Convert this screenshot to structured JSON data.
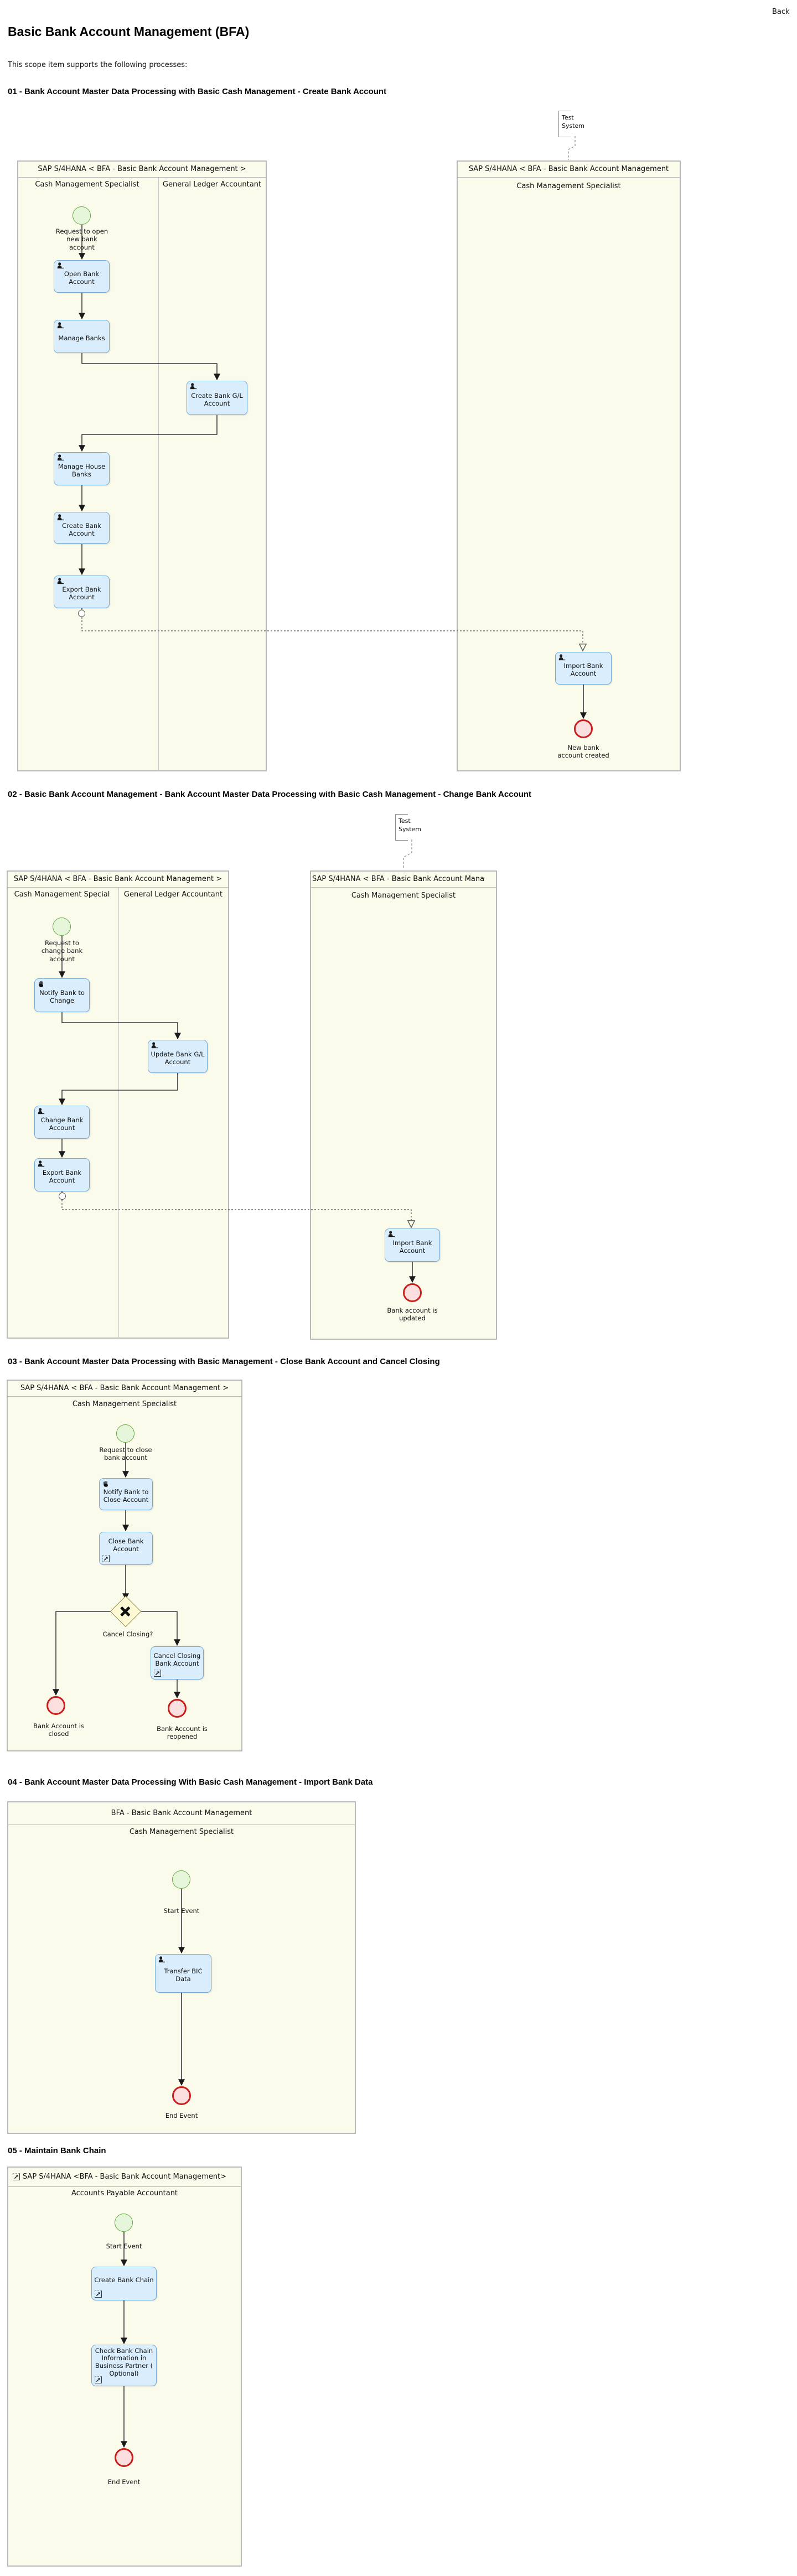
{
  "page": {
    "back": "Back",
    "title": "Basic Bank Account Management (BFA)",
    "intro": "This scope item supports the following processes:"
  },
  "colors": {
    "task_fill": "#d9edfc",
    "task_border": "#74a9d4",
    "start_fill": "#e6f6da",
    "start_border": "#64a53e",
    "end_fill": "#fbdfdf",
    "end_border": "#c81e1e",
    "gateway_fill": "#fdf9d4",
    "gateway_border": "#8f8a45",
    "pool_fill": "#fbfbec",
    "pool_border": "#b9b9b9"
  },
  "common": {
    "test_system": "Test System",
    "lane_cash": "Cash Management Specialist",
    "lane_gl": "General Ledger Accountant"
  },
  "d1": {
    "heading": "01 - Bank Account Master Data Processing with Basic Cash Management - Create Bank Account",
    "pool_left": "SAP S/4HANA < BFA - Basic Bank Account Management >",
    "pool_right": "SAP S/4HANA < BFA - Basic Bank Account Management",
    "start": "Request to open new bank account",
    "t_open": "Open Bank Account",
    "t_manage": "Manage Banks",
    "t_gl": "Create Bank G/L Account",
    "t_house": "Manage House Banks",
    "t_create": "Create Bank Account",
    "t_export": "Export Bank Account",
    "t_import": "Import Bank Account",
    "end": "New bank account created"
  },
  "d2": {
    "heading": "02 - Basic Bank Account Management - Bank Account Master Data Processing with Basic Cash Management - Change Bank Account",
    "pool_left": "SAP S/4HANA < BFA - Basic Bank Account Management >",
    "pool_right": "SAP S/4HANA < BFA - Basic Bank Account Mana",
    "lane_left": "Cash Management Special",
    "start": "Request to change bank account",
    "t_notify": "Notify Bank to Change",
    "t_update": "Update Bank G/L Account",
    "t_change": "Change Bank Account",
    "t_export": "Export Bank Account",
    "t_import": "Import Bank Account",
    "end": "Bank account is updated"
  },
  "d3": {
    "heading": "03 - Bank Account Master Data Processing with Basic Management - Close Bank Account and Cancel Closing",
    "pool": "SAP S/4HANA < BFA - Basic Bank Account Management >",
    "start": "Request to close bank account",
    "t_notify": "Notify Bank to Close Account",
    "t_close": "Close Bank Account",
    "t_cancel": "Cancel Closing Bank Account",
    "gateway": "Cancel Closing?",
    "end_closed": "Bank Account is closed",
    "end_reopened": "Bank Account is reopened"
  },
  "d4": {
    "heading": "04 - Bank Account Master Data Processing With Basic Cash Management - Import Bank Data",
    "pool": "BFA - Basic Bank Account Management",
    "lane": "Cash Management Specialist",
    "start": "Start Event",
    "t_transfer": "Transfer BIC Data",
    "end": "End Event"
  },
  "d5": {
    "heading": "05 - Maintain Bank Chain",
    "pool": "SAP S/4HANA <BFA - Basic Bank Account Management>",
    "lane": "Accounts Payable Accountant",
    "start": "Start Event",
    "t_create": "Create Bank Chain",
    "t_check": "Check Bank Chain Information in Business Partner ( Optional)",
    "end": "End Event"
  }
}
